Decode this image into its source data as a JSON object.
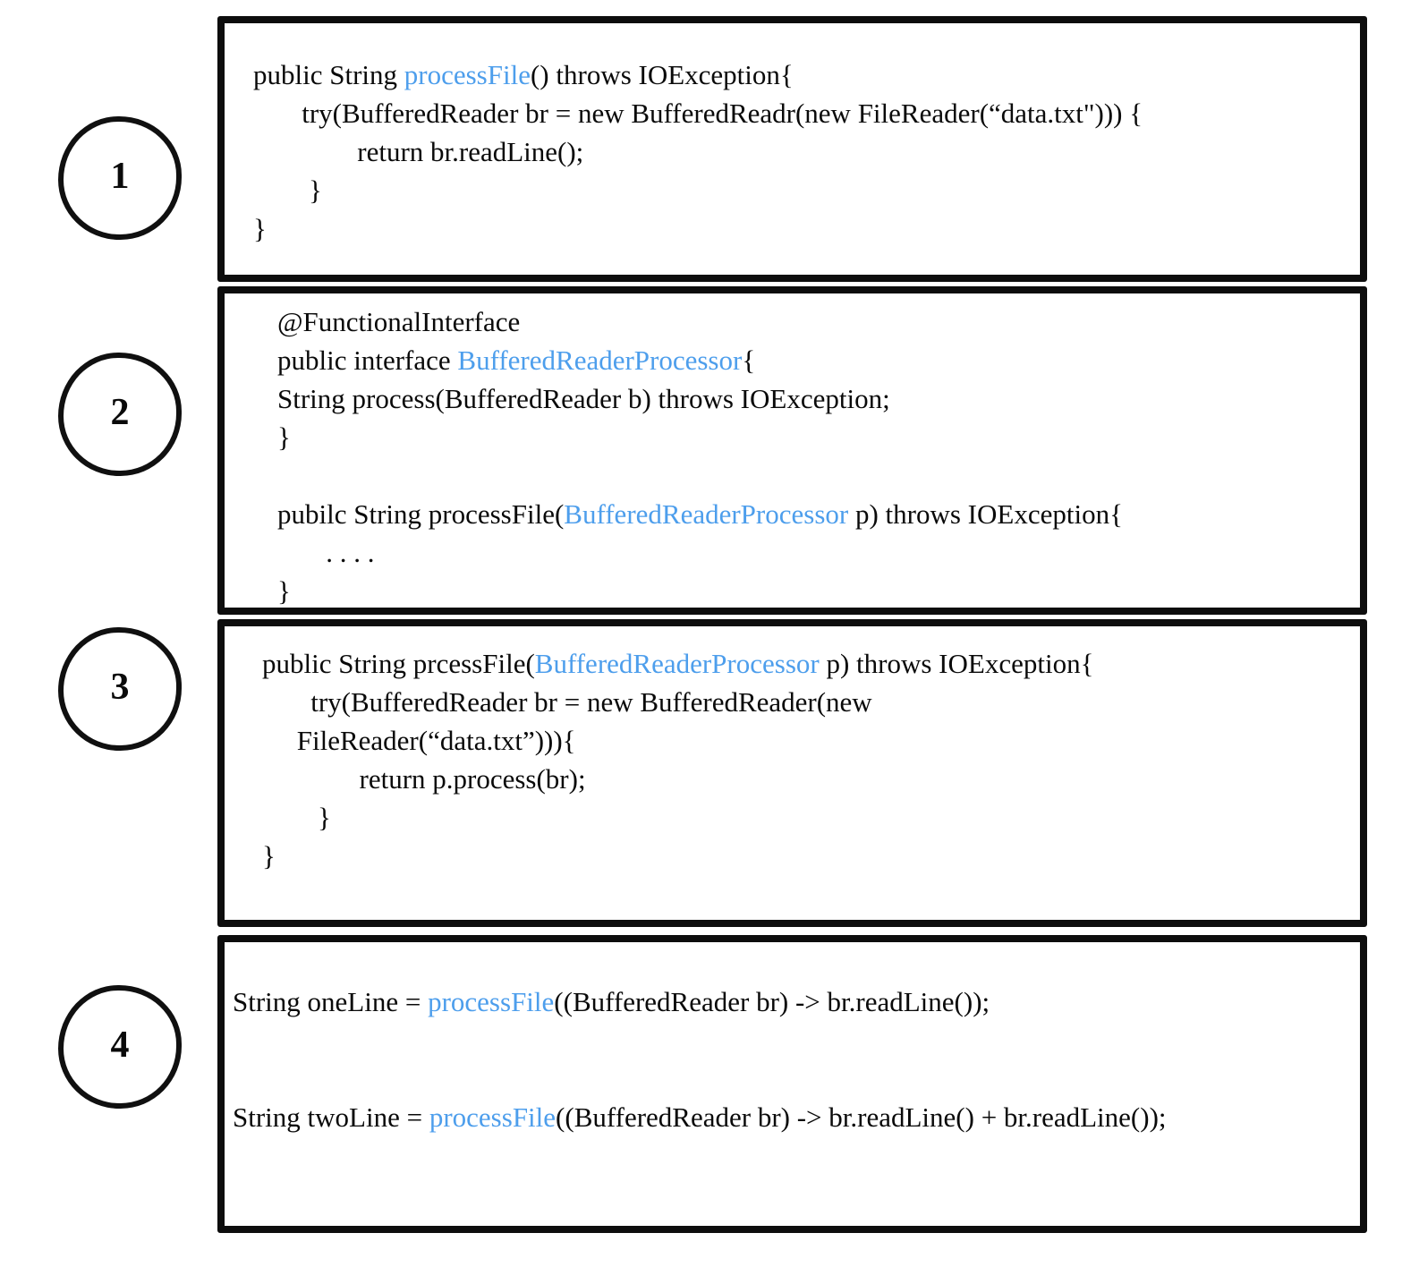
{
  "colors": {
    "accent_blue": "#4D9EEC",
    "ink": "#0a0a0a",
    "background": "#ffffff"
  },
  "badges": [
    {
      "label": "1"
    },
    {
      "label": "2"
    },
    {
      "label": "3"
    },
    {
      "label": "4"
    }
  ],
  "boxes": [
    {
      "name": "code-box-1",
      "lines": [
        [
          {
            "t": "public String "
          },
          {
            "t": "processFile",
            "blue": true
          },
          {
            "t": "() throws IOException{"
          }
        ],
        [
          {
            "t": "       try(BufferedReader br = new BufferedReadr(new FileReader(“data.txt\"))) {"
          }
        ],
        [
          {
            "t": "               return br.readLine();"
          }
        ],
        [
          {
            "t": "        }"
          }
        ],
        [
          {
            "t": "}"
          }
        ]
      ]
    },
    {
      "name": "code-box-2",
      "lines": [
        [
          {
            "t": "@FunctionalInterface"
          }
        ],
        [
          {
            "t": "public interface "
          },
          {
            "t": "BufferedReaderProcessor",
            "blue": true
          },
          {
            "t": "{"
          }
        ],
        [
          {
            "t": "String process(BufferedReader b) throws IOException;"
          }
        ],
        [
          {
            "t": "}"
          }
        ],
        [],
        [
          {
            "t": "pubilc String processFile("
          },
          {
            "t": "BufferedReaderProcessor",
            "blue": true
          },
          {
            "t": " p) throws IOException{"
          }
        ],
        [
          {
            "t": "       . . . ."
          }
        ],
        [
          {
            "t": "}"
          }
        ]
      ]
    },
    {
      "name": "code-box-3",
      "lines": [
        [
          {
            "t": "public String prcessFile("
          },
          {
            "t": "BufferedReaderProcessor",
            "blue": true
          },
          {
            "t": " p) throws IOException{"
          }
        ],
        [
          {
            "t": "       try(BufferedReader br = new BufferedReader(new"
          }
        ],
        [
          {
            "t": "     FileReader(“data.txt”))){"
          }
        ],
        [
          {
            "t": "              return p.process(br);"
          }
        ],
        [
          {
            "t": "        }"
          }
        ],
        [
          {
            "t": "}"
          }
        ]
      ]
    },
    {
      "name": "code-box-4",
      "lines": [
        [
          {
            "t": "String oneLine = "
          },
          {
            "t": "processFile",
            "blue": true
          },
          {
            "t": "((BufferedReader br) -> br.readLine());"
          }
        ],
        [],
        [],
        [
          {
            "t": "String twoLine = "
          },
          {
            "t": "processFile",
            "blue": true
          },
          {
            "t": "((BufferedReader br) -> br.readLine() + br.readLine());"
          }
        ]
      ]
    }
  ]
}
